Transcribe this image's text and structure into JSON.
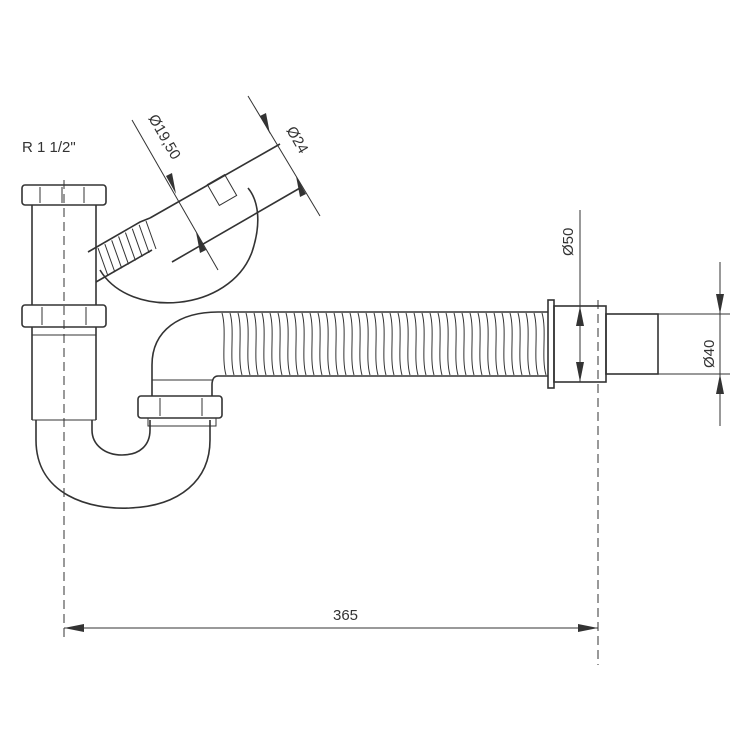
{
  "labels": {
    "thread": "R 1 1/2\"",
    "dia_hose_inner": "Ø19,50",
    "dia_hose_outer": "Ø24",
    "dia_outlet_large": "Ø50",
    "dia_outlet_small": "Ø40",
    "length": "365"
  },
  "colors": {
    "line": "#333333",
    "background": "#ffffff"
  }
}
